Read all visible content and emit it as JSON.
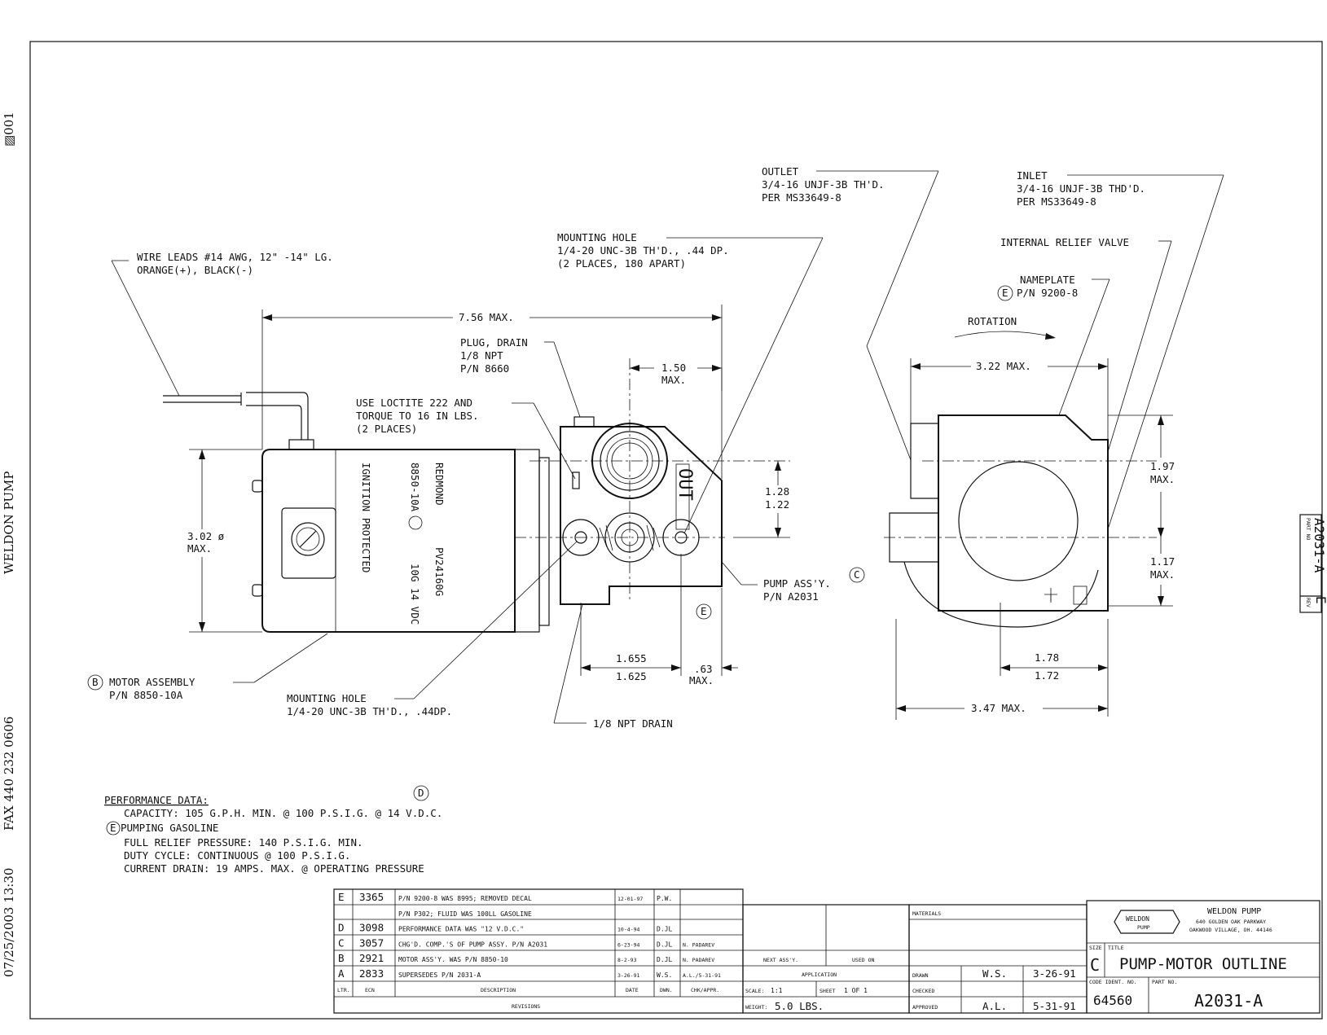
{
  "fax_header": {
    "date_time": "07/25/2003 13:30",
    "fax": "FAX 440 232 0606",
    "sender": "WELDON PUMP",
    "page": "▨001"
  },
  "callouts": {
    "wire_leads": [
      "WIRE LEADS #14 AWG, 12\" -14\" LG.",
      "ORANGE(+), BLACK(-)"
    ],
    "overall_length": "7.56 MAX.",
    "mounting_hole_top": [
      "MOUNTING HOLE",
      "1/4-20 UNC-3B TH'D., .44 DP.",
      "(2 PLACES, 180 APART)"
    ],
    "plug_drain": [
      "PLUG, DRAIN",
      "1/8 NPT",
      "P/N 8660"
    ],
    "dim_1_50": [
      "1.50",
      "MAX."
    ],
    "loctite": [
      "USE LOCTITE 222 AND",
      "TORQUE TO 16 IN LBS.",
      "(2 PLACES)"
    ],
    "diameter": [
      "3.02 ø",
      "MAX."
    ],
    "dim_1_28": [
      "1.28",
      "1.22"
    ],
    "pump_assy": [
      "PUMP ASS'Y.",
      "P/N A2031"
    ],
    "rev_c": "C",
    "rev_e": "E",
    "rev_b": "B",
    "rev_d": "D",
    "motor_assembly": [
      "MOTOR ASSEMBLY",
      "P/N 8850-10A"
    ],
    "mounting_hole_bottom": [
      "MOUNTING HOLE",
      "1/4-20 UNC-3B TH'D., .44DP."
    ],
    "dim_1_655": [
      "1.655",
      "1.625"
    ],
    "dim_63": [
      ".63",
      "MAX."
    ],
    "drain": "1/8 NPT DRAIN",
    "outlet": [
      "OUTLET",
      "3/4-16 UNJF-3B TH'D.",
      "PER MS33649-8"
    ],
    "inlet": [
      "INLET",
      "3/4-16 UNJF-3B THD'D.",
      "PER MS33649-8"
    ],
    "internal_relief": "INTERNAL RELIEF VALVE",
    "nameplate": [
      "NAMEPLATE",
      "P/N 9200-8"
    ],
    "rotation": "ROTATION",
    "dim_3_22": "3.22 MAX.",
    "dim_1_97": [
      "1.97",
      "MAX."
    ],
    "dim_1_17": [
      "1.17",
      "MAX."
    ],
    "dim_1_78": [
      "1.78",
      "1.72"
    ],
    "dim_3_47": "3.47 MAX.",
    "out_marking": "OUT"
  },
  "motor_label": [
    "REDMOND",
    "8850-10A",
    "IGNITION PROTECTED",
    "PV24160G",
    "10G  14 VDC"
  ],
  "performance": {
    "heading": "PERFORMANCE DATA:",
    "lines": [
      "CAPACITY: 105 G.P.H. MIN. @ 100 P.S.I.G. @ 14 V.D.C.",
      "PUMPING GASOLINE",
      "FULL RELIEF PRESSURE: 140 P.S.I.G. MIN.",
      "DUTY CYCLE: CONTINUOUS @ 100 P.S.I.G.",
      "CURRENT DRAIN: 19 AMPS. MAX. @ OPERATING PRESSURE"
    ]
  },
  "side_tab": {
    "part_no_label": "PART NO",
    "part_no": "A2031-A",
    "rev_label": "REV",
    "rev": "E"
  },
  "revisions": {
    "headers": [
      "LTR.",
      "ECN",
      "DESCRIPTION",
      "DATE",
      "DWN.",
      "CHK/APPR."
    ],
    "title": "REVISIONS",
    "rows": [
      [
        "E",
        "3365",
        "P/N 9200-8 WAS 8995; REMOVED DECAL",
        "12-01-97",
        "P.W.",
        ""
      ],
      [
        "",
        "",
        "P/N P302; FLUID WAS 100LL GASOLINE",
        "",
        "",
        ""
      ],
      [
        "D",
        "3098",
        "PERFORMANCE DATA WAS \"12 V.D.C.\"",
        "10-4-94",
        "D.JL",
        ""
      ],
      [
        "C",
        "3057",
        "CHG'D. COMP.'S OF PUMP ASSY. P/N A2031",
        "6-23-94",
        "D.JL",
        "N. PADAREV"
      ],
      [
        "B",
        "2921",
        "MOTOR ASS'Y. WAS P/N 8850-10",
        "8-2-93",
        "D.JL",
        "N. PADAREV"
      ],
      [
        "A",
        "2833",
        "SUPERSEDES P/N 2031-A",
        "3-26-91",
        "W.S.",
        "A.L./5-31-91"
      ]
    ]
  },
  "title_block": {
    "materials": "MATERIALS",
    "next_assy": "NEXT ASS'Y.",
    "used_on": "USED ON",
    "application": "APPLICATION",
    "scale_label": "SCALE:",
    "scale": "1:1",
    "sheet_label": "SHEET",
    "sheet": "1 OF 1",
    "weight_label": "WEIGHT:",
    "weight": "5.0 LBS.",
    "drawn_label": "DRAWN",
    "drawn": "W.S.",
    "drawn_date": "3-26-91",
    "checked_label": "CHECKED",
    "approved_label": "APPROVED",
    "approved": "A.L.",
    "approved_date": "5-31-91",
    "logo": [
      "WELDON",
      "PUMP"
    ],
    "company": [
      "WELDON PUMP",
      "640 GOLDEN OAK PARKWAY",
      "OAKWOOD VILLAGE, OH. 44146"
    ],
    "size_label": "SIZE",
    "size": "C",
    "title_label": "TITLE",
    "title": "PUMP-MOTOR OUTLINE",
    "code_label": "CODE IDENT. NO.",
    "code": "64560",
    "part_label": "PART NO.",
    "part_no": "A2031-A"
  }
}
